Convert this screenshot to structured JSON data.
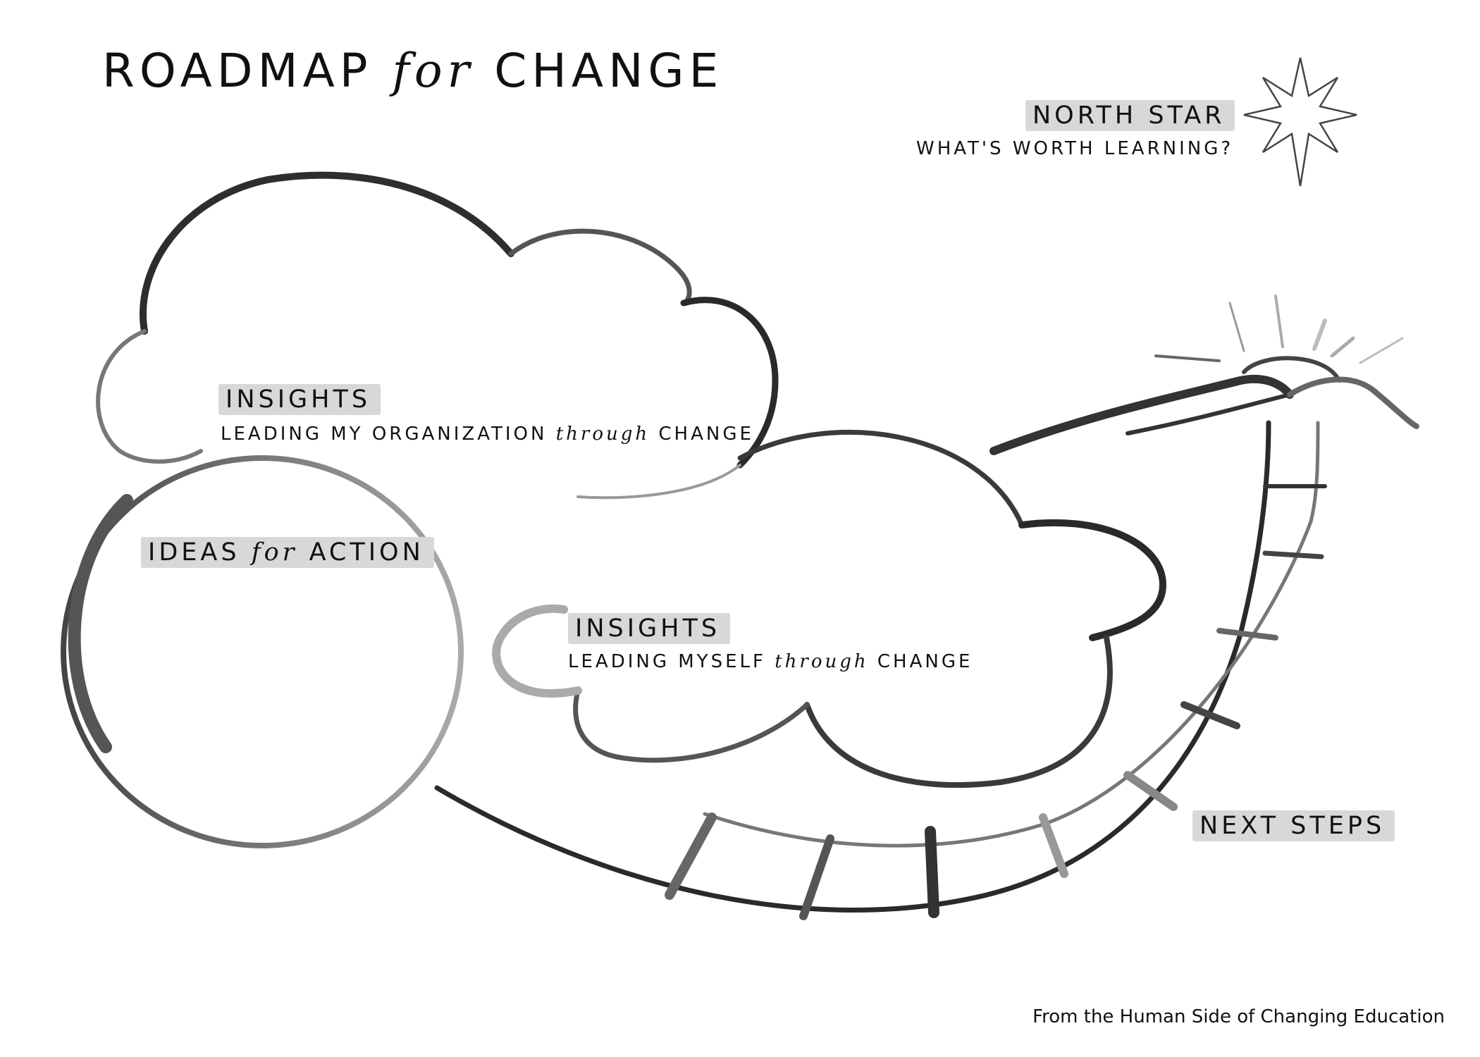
{
  "title": {
    "prefix": "ROADMAP",
    "connector": "for",
    "suffix": "CHANGE"
  },
  "north_star": {
    "label": "NORTH STAR",
    "question": "WHAT'S WORTH LEARNING?",
    "icon": "star-icon"
  },
  "insights_organization": {
    "label": "INSIGHTS",
    "sub_prefix": "LEADING MY ORGANIZATION",
    "sub_connector": "through",
    "sub_suffix": "CHANGE"
  },
  "ideas": {
    "prefix": "IDEAS",
    "connector": "for",
    "suffix": "ACTION"
  },
  "insights_self": {
    "label": "INSIGHTS",
    "sub_prefix": "LEADING MYSELF",
    "sub_connector": "through",
    "sub_suffix": "CHANGE"
  },
  "next_steps": {
    "label": "NEXT STEPS"
  },
  "credit": "From the Human Side of Changing Education",
  "colors": {
    "ink": "#111111",
    "stroke": "#3a3a3a",
    "label_bg": "#d8d8d8"
  }
}
